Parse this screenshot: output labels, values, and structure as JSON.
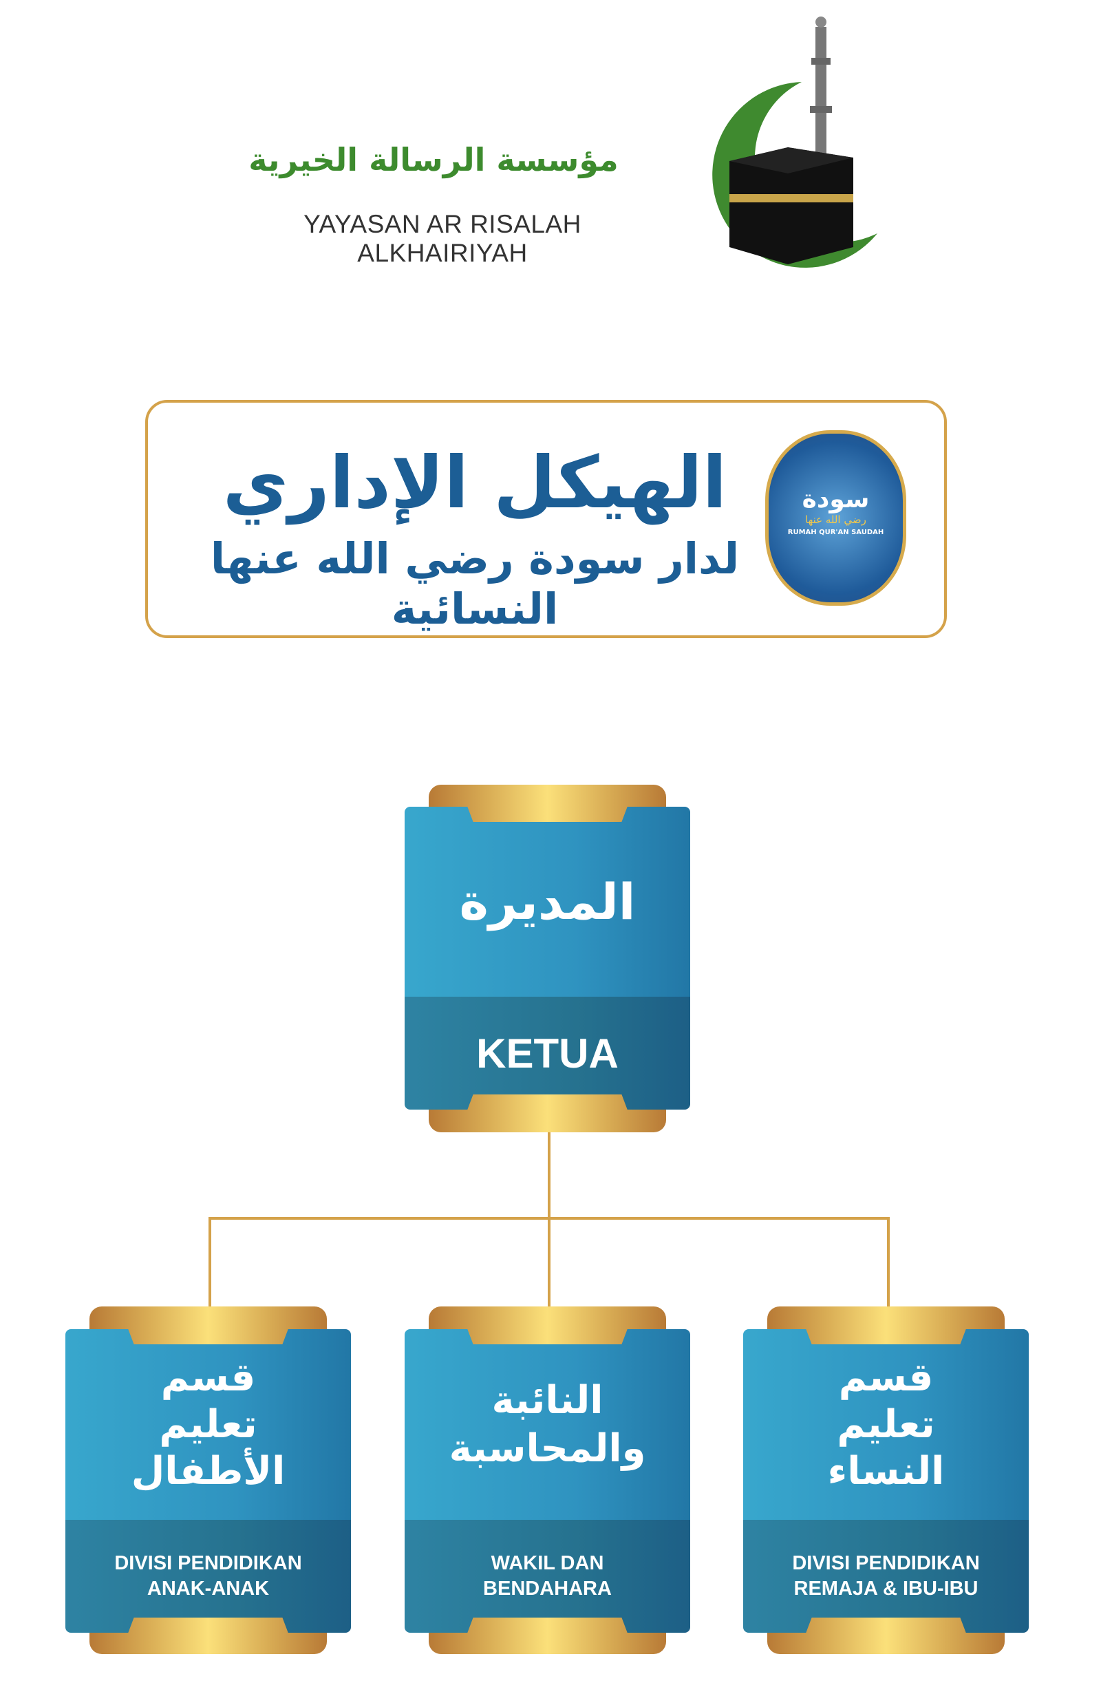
{
  "organization": {
    "name_ar": "مؤسسة الرسالة الخيرية",
    "name_en": "YAYASAN AR RISALAH ALKHAIRIYAH"
  },
  "title": {
    "line1": "الهيكل الإداري",
    "line2": "لدار سودة رضي الله عنها النسائية"
  },
  "badge": {
    "name_ar": "سودة",
    "subtitle_ar": "رضي الله عنها",
    "name_en": "RUMAH QUR'AN SAUDAH"
  },
  "chart": {
    "top": {
      "ar": "المديرة",
      "id": "KETUA"
    },
    "children": [
      {
        "ar": "قسم تعليم الأطفال",
        "id": "DIVISI PENDIDIKAN ANAK-ANAK"
      },
      {
        "ar": "النائبة والمحاسبة",
        "id": "WAKIL DAN BENDAHARA"
      },
      {
        "ar": "قسم تعليم النساء",
        "id": "DIVISI PENDIDIKAN REMAJA & IBU-IBU"
      }
    ]
  },
  "colors": {
    "green": "#3d8b2e",
    "blue": "#1c5e95",
    "gold": "#d4a24a",
    "box_blue": "#38a7cd",
    "box_dark": "#26728f"
  }
}
